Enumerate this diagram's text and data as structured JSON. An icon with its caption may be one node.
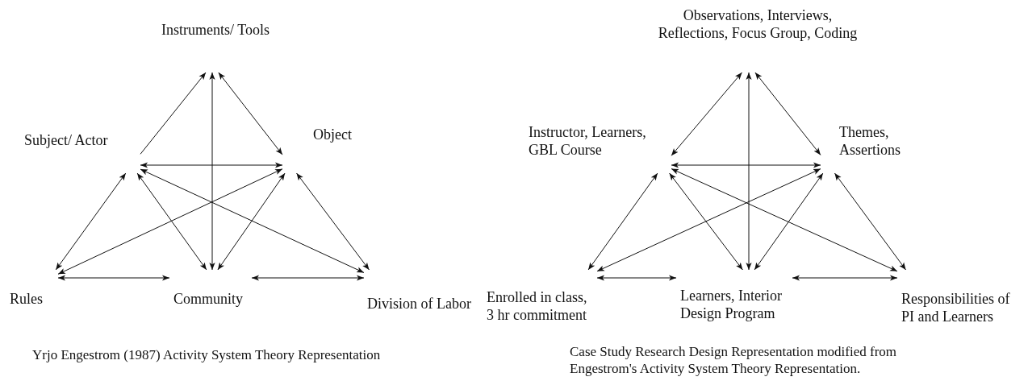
{
  "diagram": {
    "nodes": [
      {
        "text": [
          "Instruments/ Tools"
        ]
      },
      {
        "text": [
          "Subject/ Actor"
        ]
      },
      {
        "text": [
          "Object"
        ]
      },
      {
        "text": [
          "Rules"
        ]
      },
      {
        "text": [
          "Community"
        ]
      },
      {
        "text": [
          "Division of Labor"
        ]
      },
      {
        "text": [
          "Observations, Interviews, Reflections, Focus Group, Coding"
        ]
      },
      {
        "text": [
          "Instructor, Learners, GBL Course"
        ]
      },
      {
        "text": [
          "Themes, Assertions"
        ]
      },
      {
        "text": [
          "Enrolled in class, 3 hr commitment"
        ]
      },
      {
        "text": [
          "Learners, Interior Design Program"
        ]
      },
      {
        "text": [
          "Responsibilities of PI and Learners"
        ]
      }
    ],
    "edges": [
      {
        "from": 1,
        "to": 0,
        "arrow": "to"
      },
      {
        "from": 0,
        "to": 2,
        "arrow": "both"
      },
      {
        "from": 0,
        "to": 4,
        "arrow": "both"
      },
      {
        "from": 1,
        "to": 2,
        "arrow": "both"
      },
      {
        "from": 1,
        "to": 3,
        "arrow": "both"
      },
      {
        "from": 1,
        "to": 4,
        "arrow": "both"
      },
      {
        "from": 1,
        "to": 5,
        "arrow": "both"
      },
      {
        "from": 2,
        "to": 3,
        "arrow": "both"
      },
      {
        "from": 2,
        "to": 4,
        "arrow": "both"
      },
      {
        "from": 2,
        "to": 5,
        "arrow": "both"
      },
      {
        "from": 3,
        "to": 4,
        "arrow": "both"
      },
      {
        "from": 4,
        "to": 5,
        "arrow": "both"
      },
      {
        "from": 7,
        "to": 6,
        "arrow": "both"
      },
      {
        "from": 6,
        "to": 8,
        "arrow": "both"
      },
      {
        "from": 6,
        "to": 10,
        "arrow": "both"
      },
      {
        "from": 7,
        "to": 8,
        "arrow": "both"
      },
      {
        "from": 7,
        "to": 9,
        "arrow": "both"
      },
      {
        "from": 7,
        "to": 10,
        "arrow": "both"
      },
      {
        "from": 7,
        "to": 11,
        "arrow": "both"
      },
      {
        "from": 8,
        "to": 9,
        "arrow": "both"
      },
      {
        "from": 8,
        "to": 10,
        "arrow": "both"
      },
      {
        "from": 8,
        "to": 11,
        "arrow": "both"
      },
      {
        "from": 9,
        "to": 10,
        "arrow": "both"
      },
      {
        "from": 10,
        "to": 11,
        "arrow": "both"
      }
    ],
    "labels": [
      "Yrjo Engestrom (1987) Activity System Theory Representation",
      "Case Study Research Design Representation modified from Engestrom's Activity System Theory Representation."
    ]
  }
}
